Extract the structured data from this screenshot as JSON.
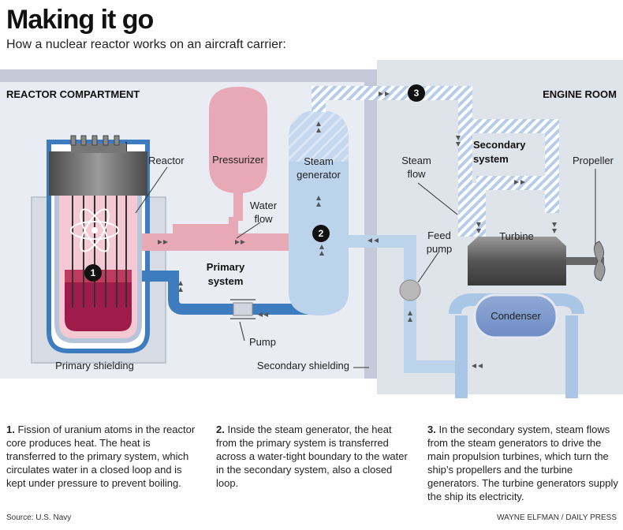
{
  "title": "Making it go",
  "subtitle": "How a nuclear reactor works on an aircraft carrier:",
  "sections": {
    "reactor_compartment": "REACTOR COMPARTMENT",
    "engine_room": "ENGINE ROOM"
  },
  "labels": {
    "reactor": "Reactor",
    "pressurizer": "Pressurizer",
    "steam_generator_1": "Steam",
    "steam_generator_2": "generator",
    "water_flow_1": "Water",
    "water_flow_2": "flow",
    "primary_system_1": "Primary",
    "primary_system_2": "system",
    "pump": "Pump",
    "primary_shielding": "Primary shielding",
    "secondary_shielding": "Secondary shielding",
    "steam_flow_1": "Steam",
    "steam_flow_2": "flow",
    "secondary_system_1": "Secondary",
    "secondary_system_2": "system",
    "propeller": "Propeller",
    "turbine": "Turbine",
    "feed_pump_1": "Feed",
    "feed_pump_2": "pump",
    "condenser": "Condenser"
  },
  "markers": {
    "m1": "1",
    "m2": "2",
    "m3": "3"
  },
  "steps": [
    {
      "number": "1.",
      "text": "Fission of uranium atoms in the reactor core produces heat. The heat is transferred to the primary system, which circulates water in a closed loop and is kept under pressure to prevent boiling."
    },
    {
      "number": "2.",
      "text": "Inside the steam generator, the heat from the primary system is transferred across a water-tight boundary to the water in the secondary system, also a closed loop."
    },
    {
      "number": "3.",
      "text": "In the secondary system, steam flows from the steam generators to drive the main propulsion turbines, which turn the ship’s propellers and the turbine generators. The turbine generators supply the ship its electricity."
    }
  ],
  "source": "Source: U.S. Navy",
  "credit": "WAYNE ELFMAN / DAILY PRESS",
  "colors": {
    "hot_pipe": "#e8a9b6",
    "cold_pipe": "#3d7dbf",
    "steam_pipe": "#bcd3ec",
    "secondary_water": "#a9c6e6",
    "compartment_bg": "#e9ecf2",
    "engine_room_bg": "#dfe3ea",
    "core": "#9e1b4a"
  }
}
